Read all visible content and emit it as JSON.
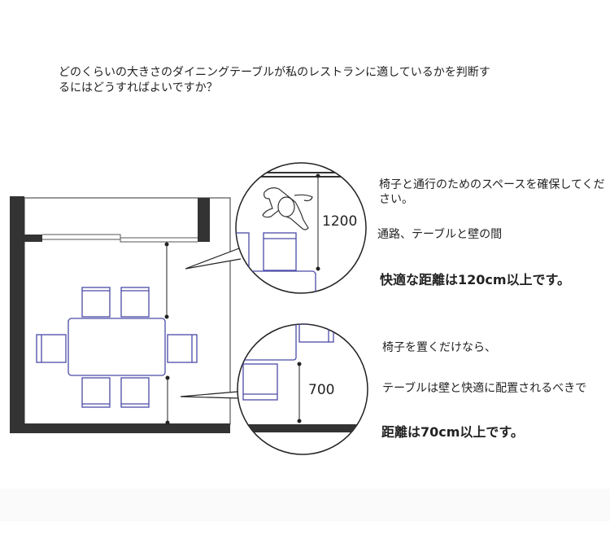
{
  "question": "どのくらいの大きさのダイニングテーブルが私のレストランに適しているかを判断するにはどうすればよいですか？",
  "callout_top": {
    "dimension": "1200",
    "line1": "椅子と通行のためのスペースを確保してください。",
    "line2": "通路、テーブルと壁の間",
    "line3": "快適な距離は120cm以上です。"
  },
  "callout_bottom": {
    "dimension": "700",
    "line1": "椅子を置くだけなら、",
    "line2": "テーブルは壁と快適に配置されるべきで",
    "line3": "距離は70cm以上です。"
  },
  "colors": {
    "furniture": "#4a4aa8",
    "wall": "#333333"
  }
}
